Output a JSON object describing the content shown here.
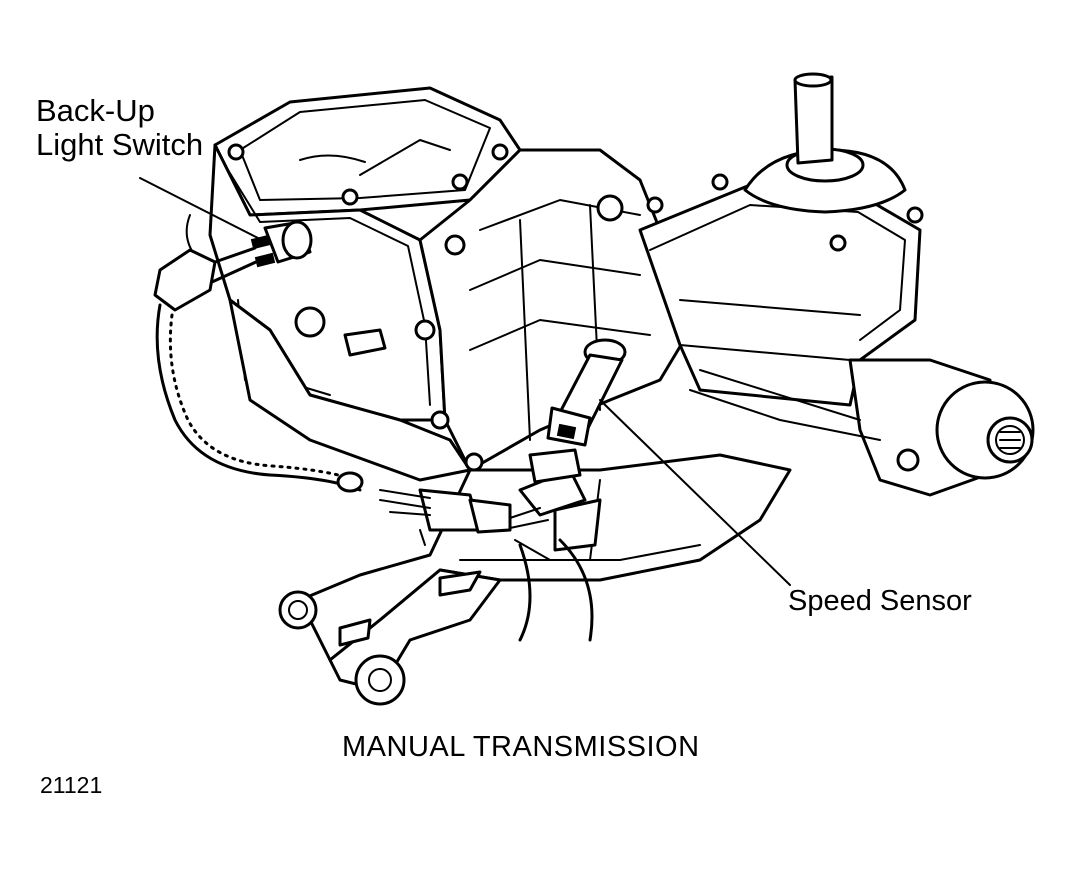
{
  "figure": {
    "title": "MANUAL TRANSMISSION",
    "figure_number": "21121",
    "ink_color": "#000000",
    "background_color": "#ffffff"
  },
  "callouts": {
    "backup_light_switch": {
      "line1": "Back-Up",
      "line2": "Light Switch"
    },
    "speed_sensor": {
      "text": "Speed Sensor"
    }
  }
}
